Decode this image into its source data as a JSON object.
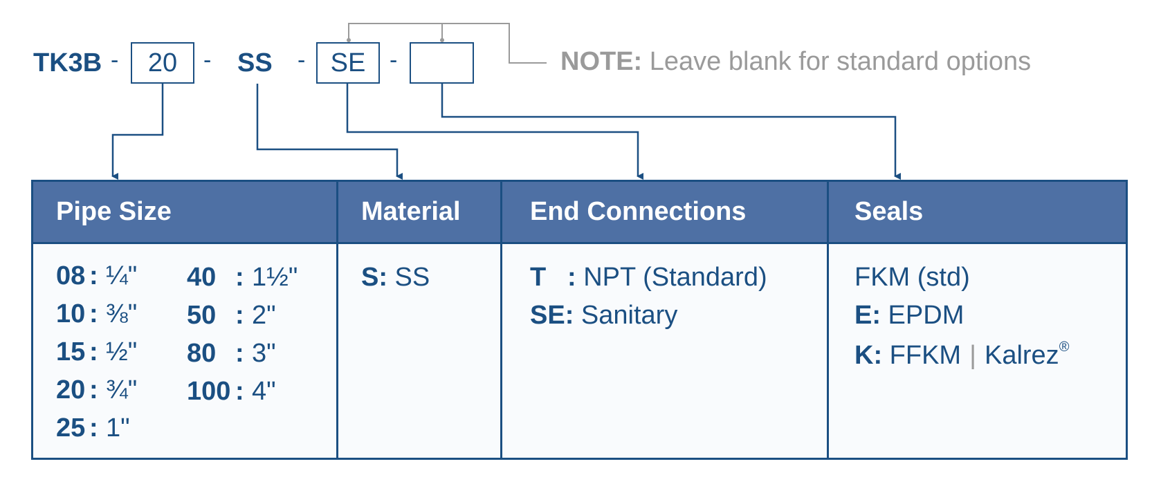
{
  "code": {
    "prefix": "TK3B",
    "dash": "-",
    "size_box": "20",
    "material": "SS",
    "end_box": "SE",
    "seal_box": ""
  },
  "note": {
    "label": "NOTE:",
    "text": " Leave blank for standard options"
  },
  "columns": {
    "pipe_size": "Pipe Size",
    "material": "Material",
    "end_connections": "End Connections",
    "seals": "Seals"
  },
  "pipe_sizes": [
    {
      "code": "08",
      "colon": ":",
      "value": "¼\""
    },
    {
      "code": "10",
      "colon": ":",
      "value": "⅜\""
    },
    {
      "code": "15",
      "colon": ":",
      "value": "½\""
    },
    {
      "code": "20",
      "colon": ":",
      "value": "¾\""
    },
    {
      "code": "25",
      "colon": ":",
      "value": "1\""
    },
    {
      "code": "40",
      "colon": ":",
      "value": "1½\""
    },
    {
      "code": "50",
      "colon": ":",
      "value": "2\""
    },
    {
      "code": "80",
      "colon": ":",
      "value": "3\""
    },
    {
      "code": "100",
      "colon": ":",
      "value": "4\""
    }
  ],
  "materials": [
    {
      "code": "S:",
      "value": " SS"
    }
  ],
  "end_connections": [
    {
      "code": "T",
      "colon": ":",
      "value": " NPT (Standard)"
    },
    {
      "code": "SE:",
      "value": " Sanitary"
    }
  ],
  "seals": {
    "std": "FKM (std)",
    "e_code": "E:",
    "e_value": " EPDM",
    "k_code": "K:",
    "k_value": " FFKM",
    "k_sep": "|",
    "k_alt": "Kalrez",
    "k_mark": "®"
  },
  "colors": {
    "primary": "#1b4f82",
    "header_bg": "#4e70a4",
    "note_gray": "#9a9a9a"
  }
}
